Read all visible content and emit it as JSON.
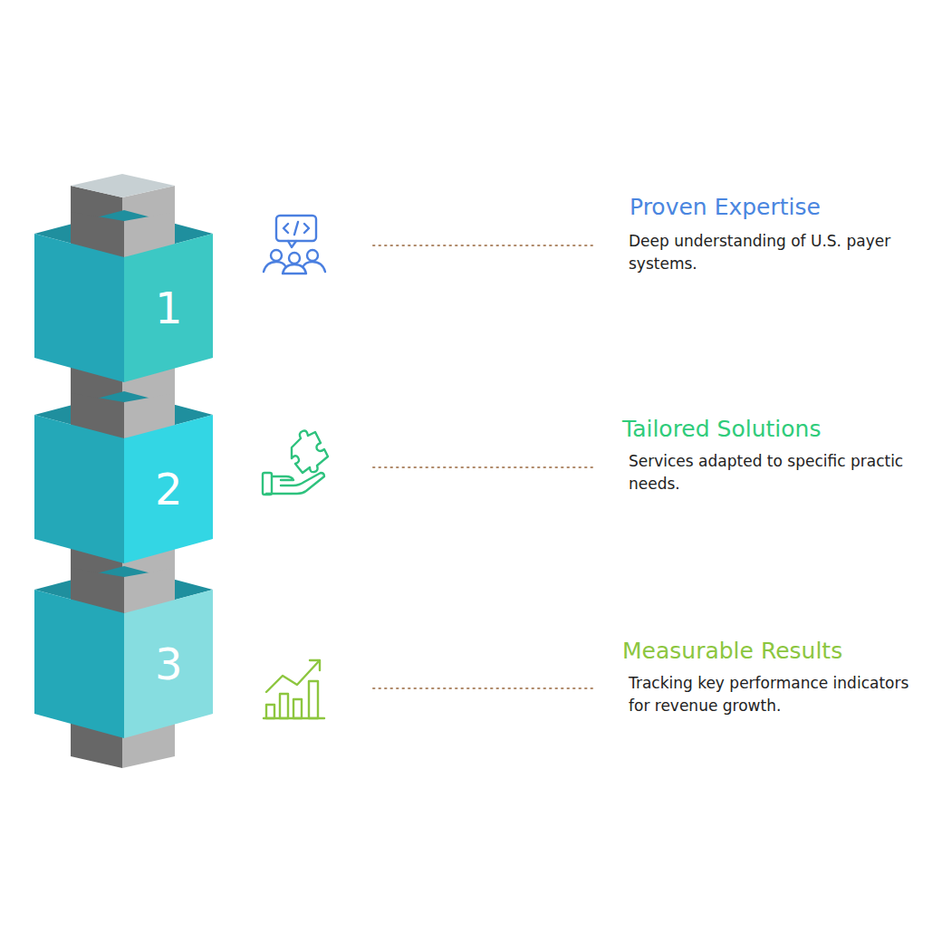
{
  "diagram": {
    "nodes": [
      {
        "text": [
          "1"
        ]
      },
      {
        "text": [
          "2"
        ]
      },
      {
        "text": [
          "3"
        ]
      }
    ],
    "labels": [
      "Proven Expertise",
      "Deep understanding of U.S. payer systems.",
      "Tailored Solutions",
      "Services adapted to specific practic needs.",
      "Measurable Results",
      "Tracking key performance indicators for revenue growth."
    ]
  }
}
